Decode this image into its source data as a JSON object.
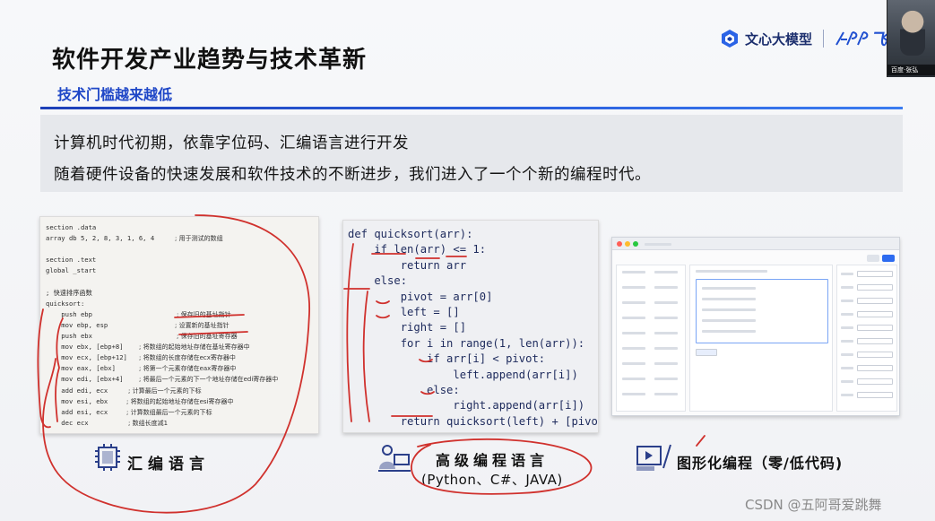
{
  "slide": {
    "title": "软件开发产业趋势与技术革新",
    "subtitle": "技术门槛越来越低",
    "logo_text": "文心大模型",
    "logo_partner": "飞",
    "webcam_label": "百度·张弘",
    "band_line_1": "计算机时代初期，依靠字位码、汇编语言进行开发",
    "band_line_2": "随着硬件设备的快速发展和软件技术的不断进步，我们进入了一个个新的编程时代。",
    "watermark": "CSDN @五阿哥爱跳舞"
  },
  "assembly": {
    "caption": "汇编语言",
    "lines": [
      {
        "code": "section .data",
        "comment": ""
      },
      {
        "code": "array db 5, 2, 8, 3, 1, 6, 4",
        "comment": "; 用于测试的数组"
      },
      {
        "code": "",
        "comment": ""
      },
      {
        "code": "section .text",
        "comment": ""
      },
      {
        "code": "global _start",
        "comment": ""
      },
      {
        "code": "",
        "comment": ""
      },
      {
        "code": "; 快速排序函数",
        "comment": ""
      },
      {
        "code": "quicksort:",
        "comment": ""
      },
      {
        "code": "    push ebp",
        "comment": "; 保存旧的基址指针"
      },
      {
        "code": "    mov ebp, esp",
        "comment": "; 设置新的基址指针"
      },
      {
        "code": "    push ebx",
        "comment": "; 保存旧的基址寄存器"
      },
      {
        "code": "    mov ebx, [ebp+8]",
        "comment": "; 将数组的起始地址存储在基址寄存器中"
      },
      {
        "code": "    mov ecx, [ebp+12]",
        "comment": "; 将数组的长度存储在ecx寄存器中"
      },
      {
        "code": "    mov eax, [ebx]",
        "comment": "; 将第一个元素存储在eax寄存器中"
      },
      {
        "code": "    mov edi, [ebx+4]",
        "comment": "; 将最后一个元素的下一个地址存储在edi寄存器中"
      },
      {
        "code": "    add edi, ecx",
        "comment": "; 计算最后一个元素的下标"
      },
      {
        "code": "    mov esi, ebx",
        "comment": "; 将数组的起始地址存储在esi寄存器中"
      },
      {
        "code": "    add esi, ecx",
        "comment": "; 计算数组最后一个元素的下标"
      },
      {
        "code": "    dec ecx",
        "comment": "; 数组长度减1"
      }
    ]
  },
  "python": {
    "caption": "高级编程语言",
    "caption_sub": "(Python、C#、JAVA)",
    "lines": [
      "def quicksort(arr):",
      "    if len(arr) <= 1:",
      "        return arr",
      "    else:",
      "        pivot = arr[0]",
      "        left = []",
      "        right = []",
      "        for i in range(1, len(arr)):",
      "            if arr[i] < pivot:",
      "                left.append(arr[i])",
      "            else:",
      "                right.append(arr[i])",
      "        return quicksort(left) + [pivot] + q"
    ]
  },
  "gui": {
    "caption": "图形化编程（零/低代码)"
  },
  "colors": {
    "accent": "#1f47c7",
    "annotation": "#d0312d"
  }
}
